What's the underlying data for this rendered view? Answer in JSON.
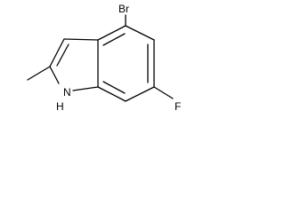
{
  "molecule": {
    "atoms": {
      "bromine": "Br",
      "fluorine": "F",
      "nitrogen": "N",
      "nitrogen_hydrogen": "H"
    },
    "colors": {
      "bond": "#000000",
      "text": "#000000",
      "background": "#ffffff"
    }
  }
}
